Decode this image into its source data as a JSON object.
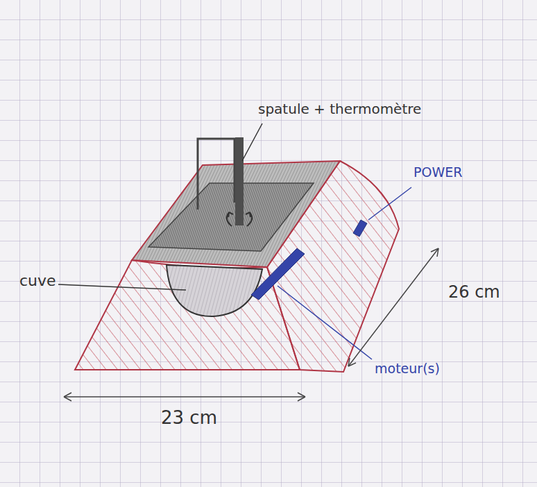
{
  "diagram": {
    "labels": [
      "spatule + thermomètre",
      "POWER",
      "cuve",
      "26 cm",
      "moteur(s)",
      "23 cm"
    ]
  }
}
